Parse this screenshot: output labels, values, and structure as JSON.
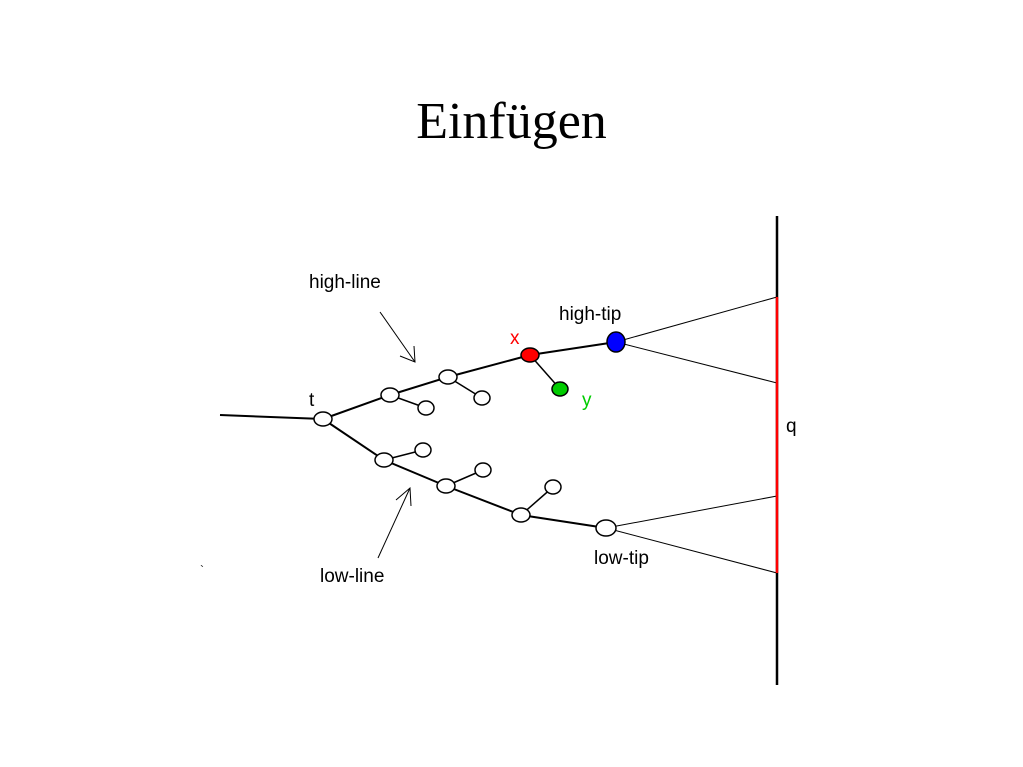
{
  "slide": {
    "title": "Einfügen"
  },
  "labels": {
    "high_line": "high-line",
    "low_line": "low-line",
    "high_tip": "high-tip",
    "low_tip": "low-tip",
    "t": "t",
    "x": "x",
    "y": "y",
    "q": "q",
    "stray_mark": "`"
  },
  "colors": {
    "line": "#000000",
    "node_fill": "#ffffff",
    "x_node": "#ff0000",
    "y_node": "#00cc00",
    "high_tip_node": "#0000ff",
    "q_segment": "#ff0000",
    "x_label": "#ff0000",
    "y_label": "#00cc00"
  }
}
